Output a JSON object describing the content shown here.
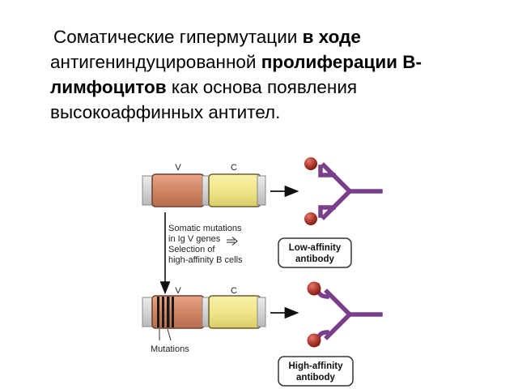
{
  "heading": {
    "part1": "Соматические гипермутации ",
    "part2_bold": "в ходе",
    "part3": " антигениндуцированной ",
    "part4_bold": "пролиферации В-лимфоцитов",
    "part5": " как основа появления высокоаффинных антител."
  },
  "diagram": {
    "gene_top": {
      "v_label": "V",
      "c_label": "C"
    },
    "gene_bottom": {
      "v_label": "V",
      "c_label": "C"
    },
    "process_lines": [
      "Somatic mutations",
      "in Ig V genes",
      "Selection of",
      "high-affinity B cells"
    ],
    "mutations_label": "Mutations",
    "low_affinity_lines": [
      "Low-affinity",
      "antibody"
    ],
    "high_affinity_lines": [
      "High-affinity",
      "antibody"
    ],
    "colors": {
      "v_segment": "#d08a68",
      "c_segment": "#f0e68a",
      "connector": "#d8d8d8",
      "antibody": "#7a3f8a",
      "antigen": "#b03b2e",
      "mutation_band": "#1a1a1a"
    }
  }
}
